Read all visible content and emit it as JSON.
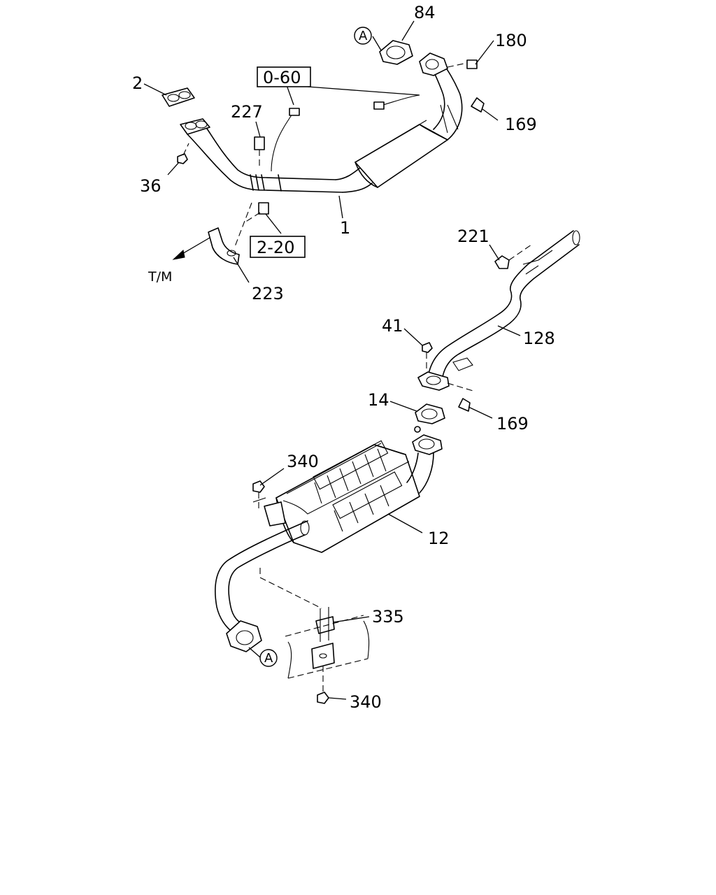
{
  "callouts": {
    "c84": "84",
    "c180": "180",
    "c2": "2",
    "c227": "227",
    "c169a": "169",
    "c36": "36",
    "c1": "1",
    "c221": "221",
    "c223": "223",
    "c41": "41",
    "c128": "128",
    "c14": "14",
    "c169b": "169",
    "c340a": "340",
    "c12": "12",
    "c335": "335",
    "c340b": "340"
  },
  "refs": {
    "r060": "0-60",
    "r220": "2-20"
  },
  "markers": {
    "a_top": "A",
    "a_bottom": "A"
  },
  "direction": {
    "tm": "T/M"
  }
}
